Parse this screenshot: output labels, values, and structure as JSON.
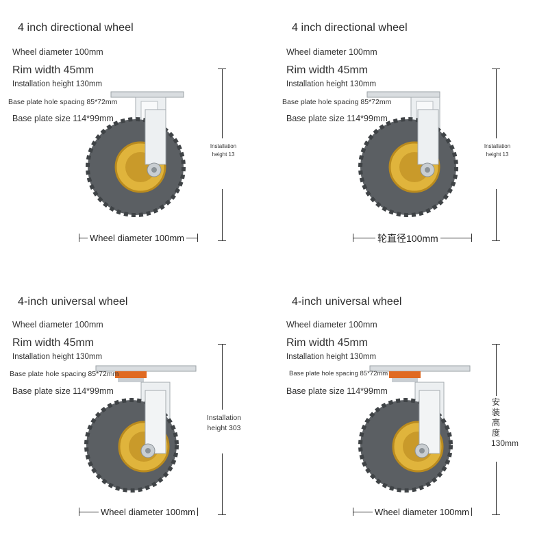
{
  "panels": [
    {
      "title": "4 inch directional wheel",
      "wheel_diameter": "Wheel diameter 100mm",
      "rim_width": "Rim width 45mm",
      "installation_height": "Installation height 130mm",
      "hole_spacing": "Base plate hole spacing 85*72mm",
      "plate_size": "Base plate size 114*99mm",
      "height_label": "Installation height 13",
      "diameter_label": "Wheel diameter 100mm",
      "type": "directional"
    },
    {
      "title": "4 inch directional wheel",
      "wheel_diameter": "Wheel diameter 100mm",
      "rim_width": "Rim width 45mm",
      "installation_height": "Installation height 130mm",
      "hole_spacing": "Base plate hole spacing 85*72mm",
      "plate_size": "Base plate size 114*99mm",
      "height_label": "Installation height 13",
      "diameter_label": "轮直径100mm",
      "type": "directional"
    },
    {
      "title": "4-inch universal wheel",
      "wheel_diameter": "Wheel diameter 100mm",
      "rim_width": "Rim width 45mm",
      "installation_height": "Installation height 130mm",
      "hole_spacing": "Base plate hole spacing 85*72mm",
      "plate_size": "Base plate size 114*99mm",
      "height_label": "Installation height 303",
      "diameter_label": "Wheel diameter 100mm",
      "type": "universal"
    },
    {
      "title": "4-inch universal wheel",
      "wheel_diameter": "Wheel diameter 100mm",
      "rim_width": "Rim width 45mm",
      "installation_height": "Installation height 130mm",
      "hole_spacing": "Base plate hole spacing 85*72mm",
      "plate_size": "Base plate size 114*99mm",
      "height_label": "安装高度130mm",
      "diameter_label": "Wheel diameter 100mm",
      "type": "universal"
    }
  ],
  "colors": {
    "tire": "#5b5f63",
    "tire_dark": "#3f4346",
    "rim": "#e0b43c",
    "rim_dark": "#b98a1e",
    "steel": "#d9dde0",
    "steel_dark": "#9aa1a6",
    "bearing_orange": "#e06a22"
  }
}
